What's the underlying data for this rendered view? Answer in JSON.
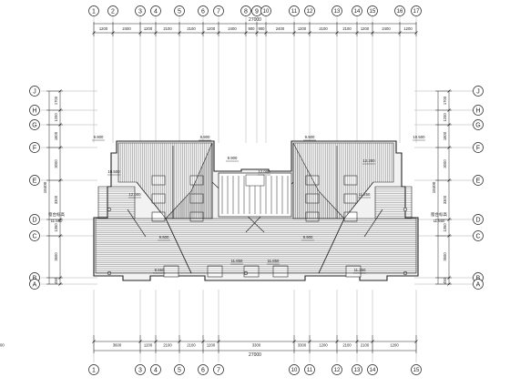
{
  "top_axes": [
    "1",
    "2",
    "3",
    "4",
    "5",
    "6",
    "7",
    "8",
    "9",
    "10",
    "11",
    "12",
    "13",
    "14",
    "15",
    "16",
    "17"
  ],
  "top_total": "27000",
  "top_dims": [
    "1200",
    "2400",
    "1200",
    "2100",
    "2100",
    "1200",
    "2400",
    "900",
    "900",
    "2400",
    "1200",
    "2100",
    "2100",
    "1200",
    "2400",
    "1200"
  ],
  "bottom_axes": [
    "1",
    "3",
    "4",
    "5",
    "6",
    "7",
    "10",
    "11",
    "12",
    "13",
    "14",
    "15"
  ],
  "bottom_total": "27000",
  "bottom_dims": [
    "3600",
    "1200",
    "2100",
    "2100",
    "1200",
    "3300",
    "3300",
    "1200",
    "2100",
    "2100",
    "1200",
    "3600"
  ],
  "row_axes": [
    "J",
    "H",
    "G",
    "F",
    "E",
    "D",
    "C",
    "B",
    "A"
  ],
  "left_total": "18400",
  "left_dims": [
    "1700",
    "1200",
    "1800",
    "3000",
    "3300",
    "1350",
    "3600",
    "450"
  ],
  "right_total": "18400",
  "right_dims": [
    "1700",
    "1200",
    "1800",
    "3000",
    "3300",
    "1350",
    "3600",
    "450"
  ],
  "roof_levels": [
    "9.900",
    "9.900",
    "9.900",
    "10.500",
    "10.500",
    "12.000",
    "12.000",
    "11.250",
    "9.500",
    "8.650",
    "11.850",
    "11.850",
    "9.900",
    "11.250",
    "9.900",
    "12.200"
  ],
  "callout_labels": [
    "窗台标高",
    "窗台标高"
  ],
  "callout_values": [
    "11.550",
    "11.550"
  ],
  "colors": {
    "line": "#222222",
    "hatch": "#555555"
  }
}
